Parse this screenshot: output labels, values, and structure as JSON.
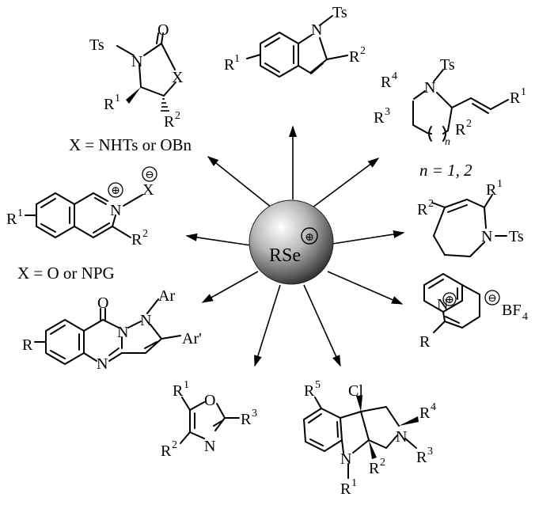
{
  "center": {
    "reagent": "RSe",
    "charge": "⊕"
  },
  "products": [
    {
      "id": "oxazolidinone",
      "atoms": {
        "ts": "Ts",
        "n": "N",
        "o": "O",
        "x": "X",
        "r1": "R",
        "r1_sup": "1",
        "r2": "R",
        "r2_sup": "2"
      },
      "caption": "X = NHTs or OBn"
    },
    {
      "id": "indole",
      "atoms": {
        "ts": "Ts",
        "n": "N",
        "r1": "R",
        "r1_sup": "1",
        "r2": "R",
        "r2_sup": "2"
      }
    },
    {
      "id": "pyrrolidine",
      "atoms": {
        "r4": "R",
        "r4_sup": "4",
        "n": "N",
        "ts": "Ts",
        "r3": "R",
        "r3_sup": "3",
        "n_sub": "n",
        "r2": "R",
        "r2_sup": "2",
        "r1": "R",
        "r1_sup": "1"
      },
      "caption": "n = 1, 2"
    },
    {
      "id": "isoquinolinium",
      "atoms": {
        "r1": "R",
        "r1_sup": "1",
        "n": "N",
        "plus": "⊕",
        "x": "X",
        "minus": "⊖",
        "r2": "R",
        "r2_sup": "2"
      },
      "caption": "X = O or NPG"
    },
    {
      "id": "azepine",
      "atoms": {
        "r2": "R",
        "r2_sup": "2",
        "r1": "R",
        "r1_sup": "1",
        "n": "N",
        "ts": "Ts"
      }
    },
    {
      "id": "pyrazoloquinazolinone",
      "atoms": {
        "r": "R",
        "o": "O",
        "ar": "Ar",
        "n1": "N",
        "n2": "N",
        "ar2": "Ar'",
        "n3": "N"
      }
    },
    {
      "id": "quinolizinium",
      "atoms": {
        "n": "N",
        "plus": "⊕",
        "minus": "⊖",
        "bf": "BF",
        "bf_sub": "4",
        "r": "R"
      }
    },
    {
      "id": "oxazole",
      "atoms": {
        "r1": "R",
        "r1_sup": "1",
        "o": "O",
        "r3": "R",
        "r3_sup": "3",
        "r2": "R",
        "r2_sup": "2",
        "n": "N"
      }
    },
    {
      "id": "pyrroloindoline",
      "atoms": {
        "r5": "R",
        "r5_sup": "5",
        "cl": "Cl",
        "r4": "R",
        "r4_sup": "4",
        "n1": "N",
        "n2": "N",
        "r3": "R",
        "r3_sup": "3",
        "r2": "R",
        "r2_sup": "2",
        "r1": "R",
        "r1_sup": "1"
      }
    }
  ]
}
